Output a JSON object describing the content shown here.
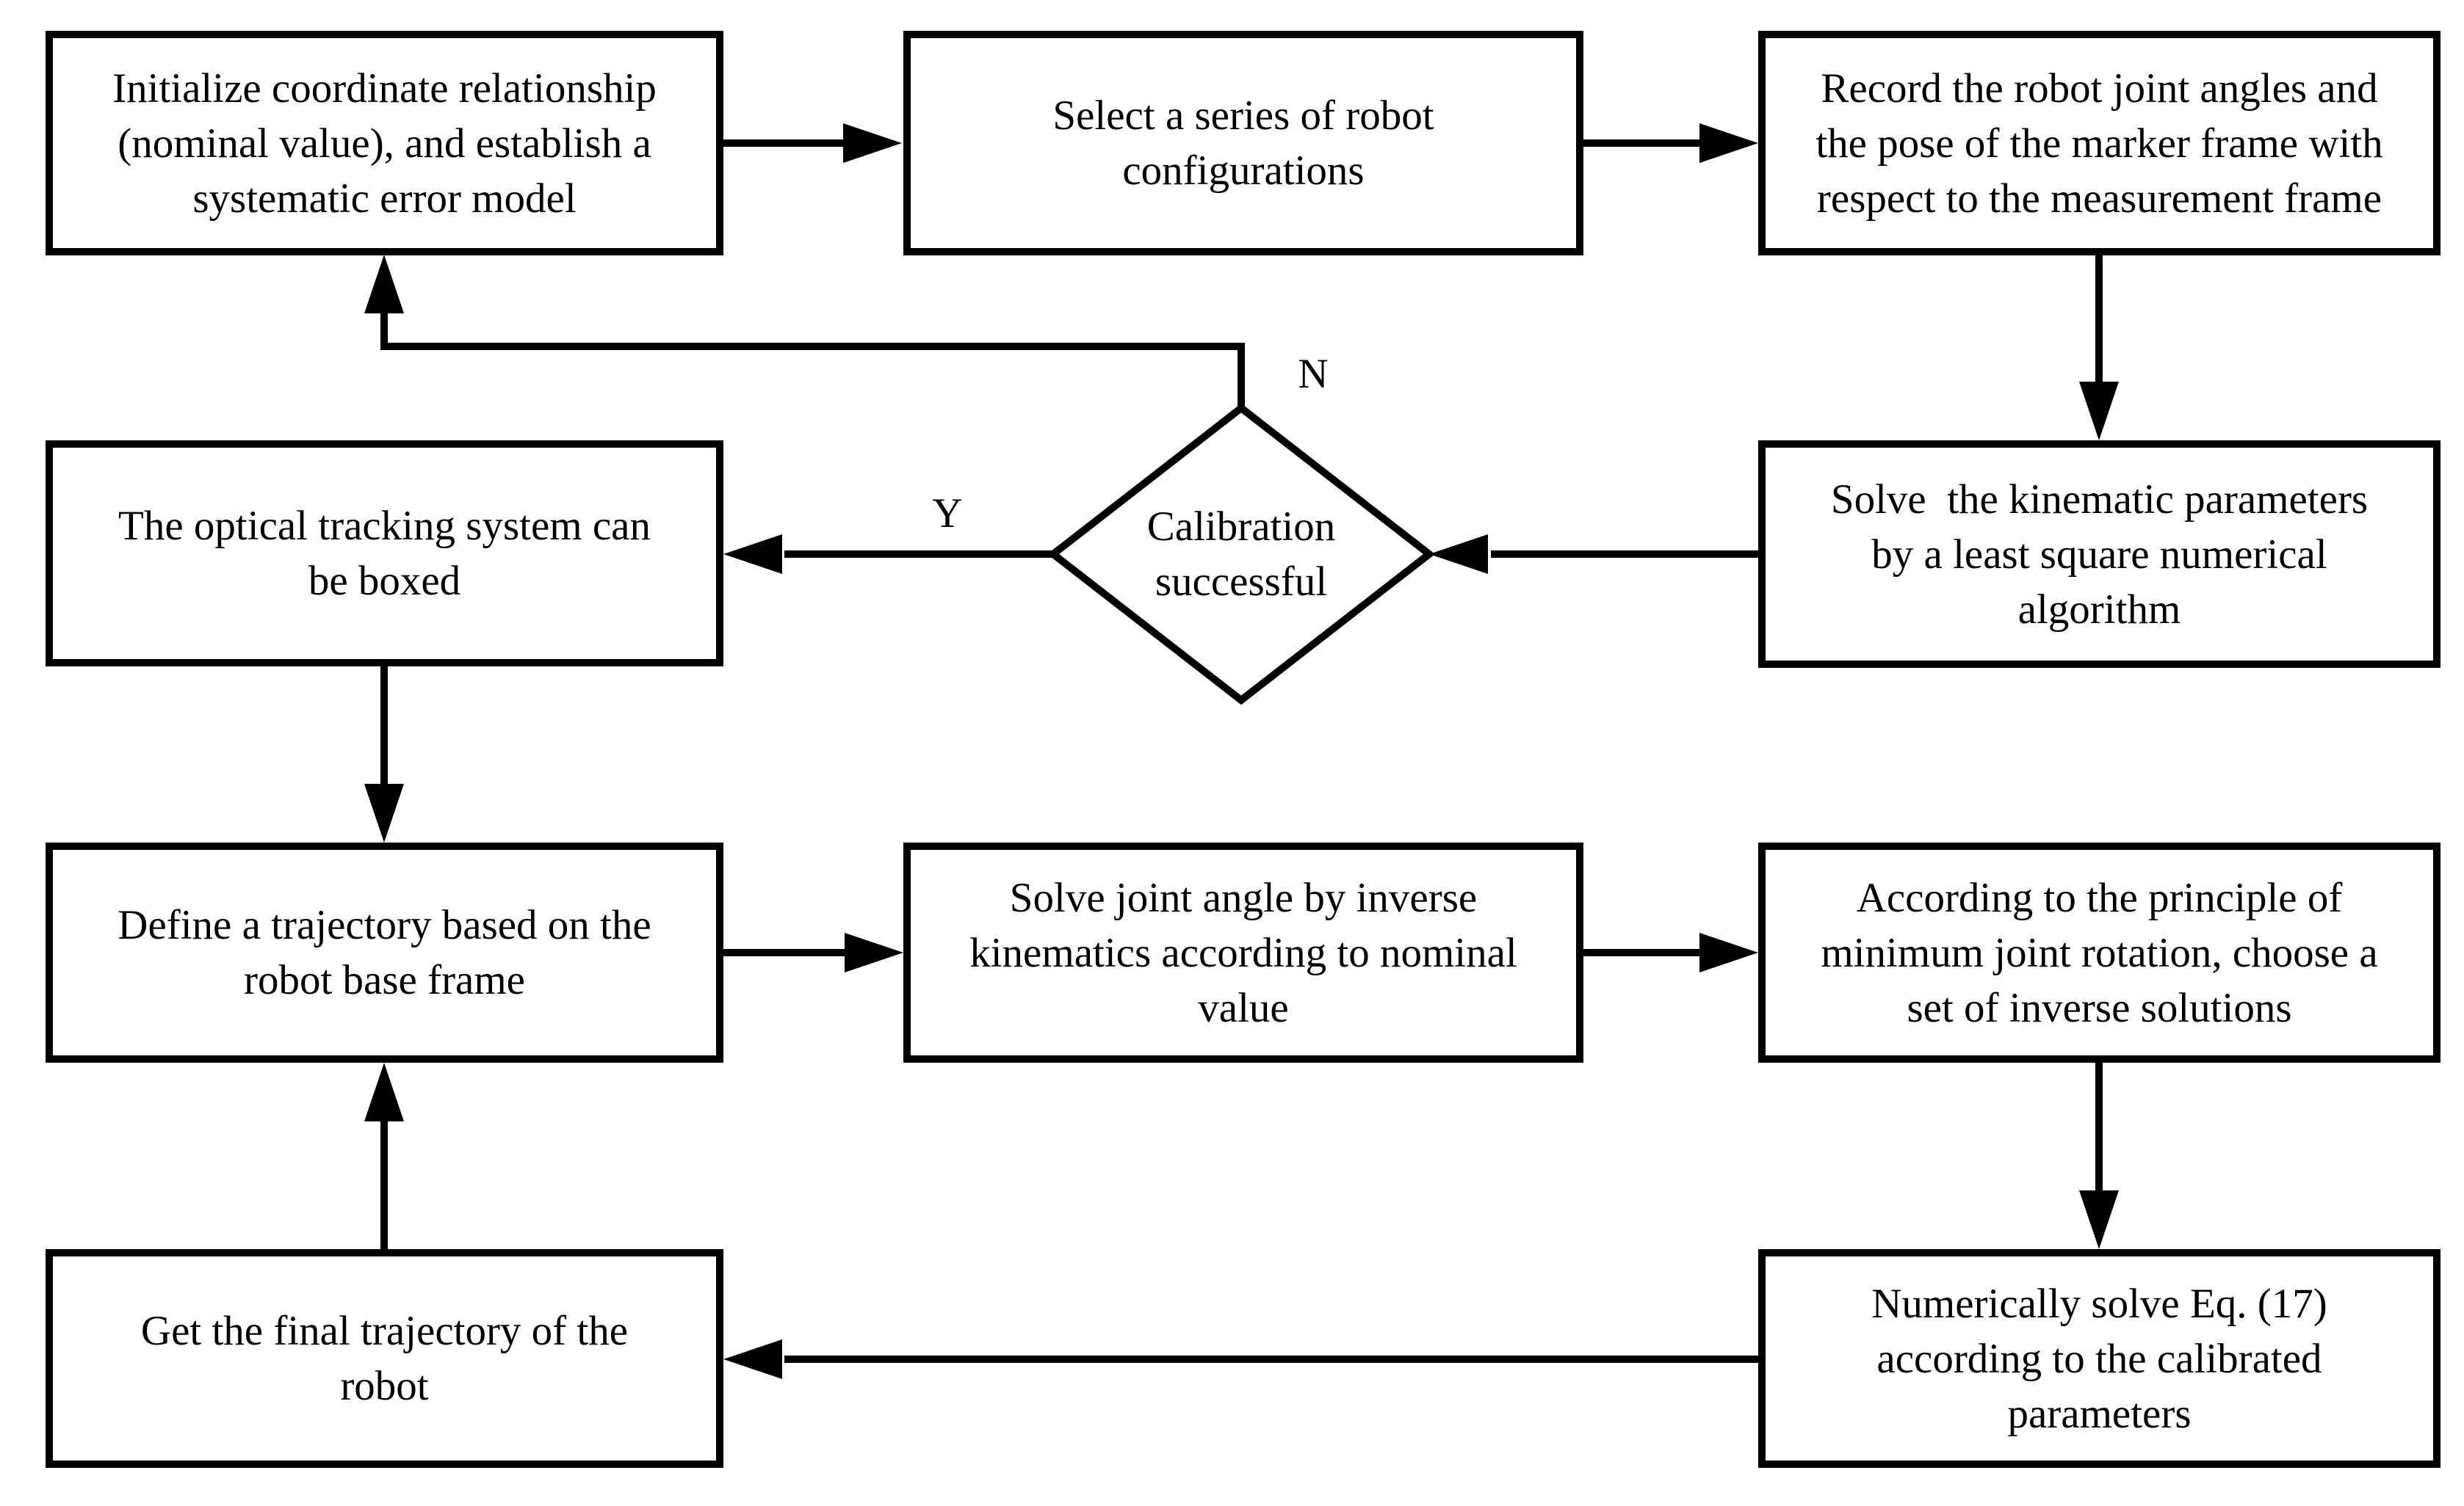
{
  "diagram": {
    "background_color": "#ffffff",
    "line_color": "#000000",
    "nodes": {
      "init": {
        "type": "process",
        "text": "Initialize coordinate relationship\n(nominal value), and establish a\nsystematic error model"
      },
      "select": {
        "type": "process",
        "text": "Select a series of robot\nconfigurations"
      },
      "record": {
        "type": "process",
        "text": "Record the robot joint angles and\nthe pose of the marker frame with\nrespect to the measurement frame"
      },
      "solve_params": {
        "type": "process",
        "text": "Solve  the kinematic parameters\nby a least square numerical\nalgorithm"
      },
      "decision": {
        "type": "decision",
        "text": "Calibration\nsuccessful",
        "yes_label": "Y",
        "no_label": "N"
      },
      "boxed": {
        "type": "process",
        "text": "The optical tracking system can\nbe boxed"
      },
      "trajectory": {
        "type": "process",
        "text": "Define a trajectory based on the\nrobot base frame"
      },
      "inverse": {
        "type": "process",
        "text": "Solve joint angle by inverse\nkinematics according to nominal\nvalue"
      },
      "choose": {
        "type": "process",
        "text": "According to the principle of\nminimum joint rotation, choose a\nset of inverse solutions"
      },
      "numeric": {
        "type": "process",
        "text": "Numerically solve Eq. (17)\naccording to the calibrated\nparameters"
      },
      "final": {
        "type": "process",
        "text": "Get the final trajectory of the\nrobot"
      }
    },
    "edges": [
      {
        "from": "init",
        "to": "select",
        "label": ""
      },
      {
        "from": "select",
        "to": "record",
        "label": ""
      },
      {
        "from": "record",
        "to": "solve_params",
        "label": ""
      },
      {
        "from": "solve_params",
        "to": "decision",
        "label": ""
      },
      {
        "from": "decision",
        "to": "boxed",
        "label": "Y"
      },
      {
        "from": "decision",
        "to": "init",
        "label": "N"
      },
      {
        "from": "boxed",
        "to": "trajectory",
        "label": ""
      },
      {
        "from": "trajectory",
        "to": "inverse",
        "label": ""
      },
      {
        "from": "inverse",
        "to": "choose",
        "label": ""
      },
      {
        "from": "choose",
        "to": "numeric",
        "label": ""
      },
      {
        "from": "numeric",
        "to": "final",
        "label": ""
      },
      {
        "from": "final",
        "to": "trajectory",
        "label": ""
      }
    ]
  }
}
